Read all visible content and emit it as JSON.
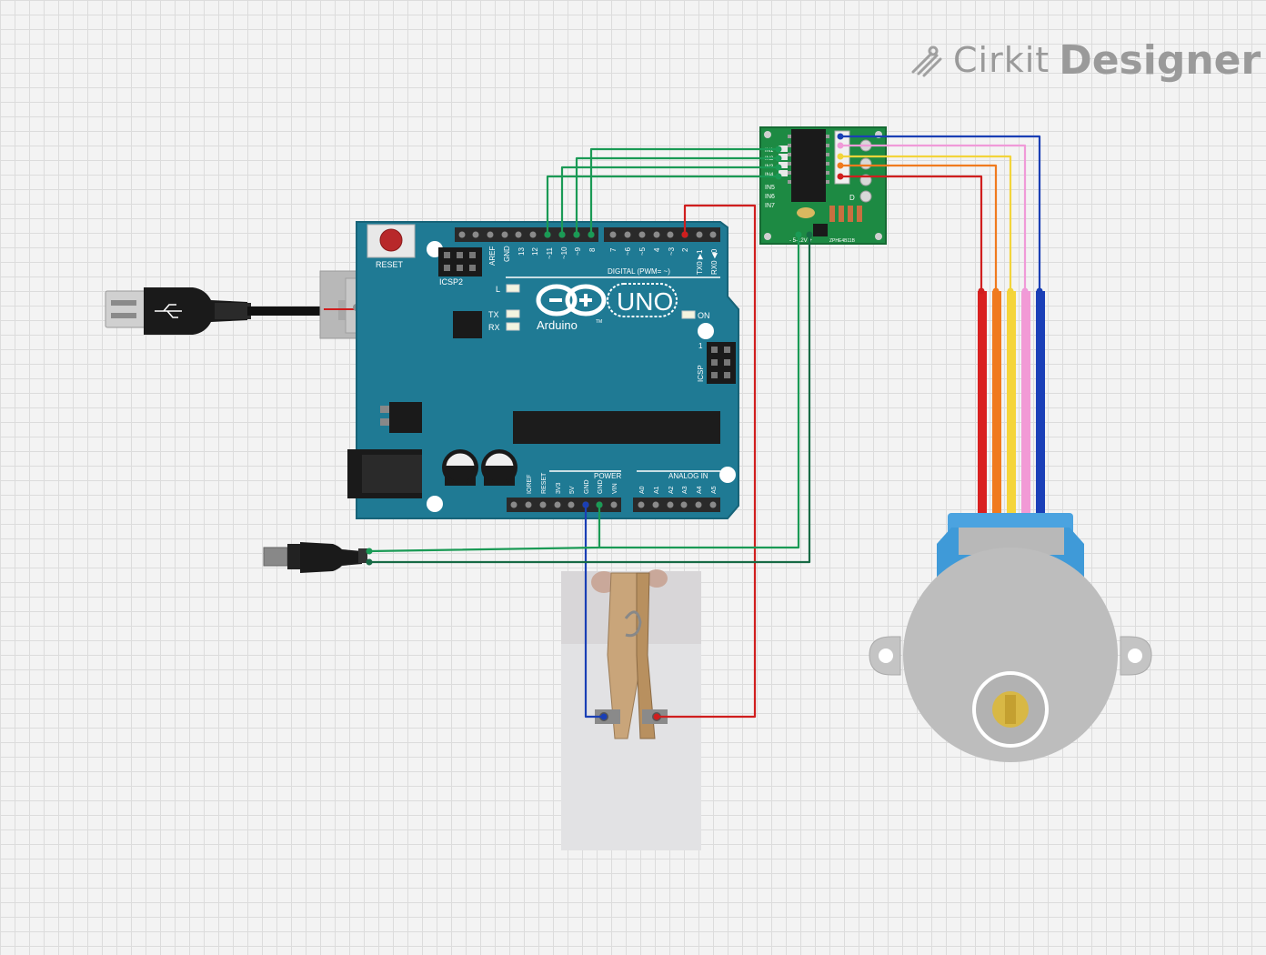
{
  "brand": {
    "name_light": "Cirkit",
    "name_bold": "Designer"
  },
  "board": {
    "reset": "RESET",
    "icsp2": "ICSP2",
    "icsp": "ICSP",
    "icsp_pin1": "1",
    "aref": "AREF",
    "gnd": "GND",
    "digital_header": [
      "13",
      "12",
      "~11",
      "~10",
      "~9",
      "8",
      "7",
      "~6",
      "~5",
      "4",
      "~3",
      "2",
      "TX0 ▶1",
      "RX0 ◀0"
    ],
    "digital_label": "DIGITAL (PWM= ~)",
    "led_l": "L",
    "led_tx": "TX",
    "led_rx": "RX",
    "led_on": "ON",
    "logo_text": "Arduino",
    "tm": "TM",
    "uno": "UNO",
    "power_label": "POWER",
    "analog_label": "ANALOG IN",
    "power_pins": [
      "IOREF",
      "RESET",
      "3V3",
      "5V",
      "GND",
      "GND",
      "VIN"
    ],
    "analog_pins": [
      "A0",
      "A1",
      "A2",
      "A3",
      "A4",
      "A5"
    ]
  },
  "driver": {
    "inputs": [
      "IN1",
      "IN2",
      "IN3",
      "IN4",
      "IN5",
      "IN6",
      "IN7"
    ],
    "bottom_label": "- 5-12V +",
    "part_text": "ZPHE4B11B",
    "marker": "D"
  },
  "wire_colors": {
    "green": "#1a9a55",
    "dark_green": "#176a45",
    "red": "#d01e1e",
    "blue": "#1a3fb5",
    "pink": "#f09ad8",
    "yellow": "#f2d43a",
    "orange": "#f07a1e"
  },
  "motor_wire_colors": [
    "#d92020",
    "#f07a1e",
    "#f5d53a",
    "#f29ad6",
    "#1b40b8"
  ],
  "colors": {
    "board": "#1f7a94",
    "board_edge": "#176378",
    "driver_pcb": "#1d8a43",
    "motor_body": "#bdbdbd",
    "motor_cap": "#4ba3e0",
    "shaft": "#d8b845"
  }
}
